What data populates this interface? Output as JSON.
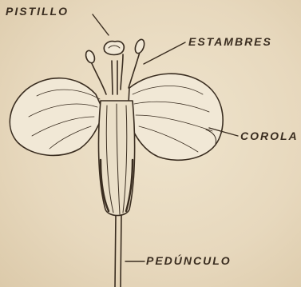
{
  "labels": {
    "pistillo": "PISTILLO",
    "estambres": "ESTAMBRES",
    "corola": "COROLA",
    "peduncula": "PEDÚNCULO"
  },
  "colors": {
    "ink": "#3a2d20",
    "paper": "#e9dcc3",
    "petal": "#f1e8d6"
  }
}
